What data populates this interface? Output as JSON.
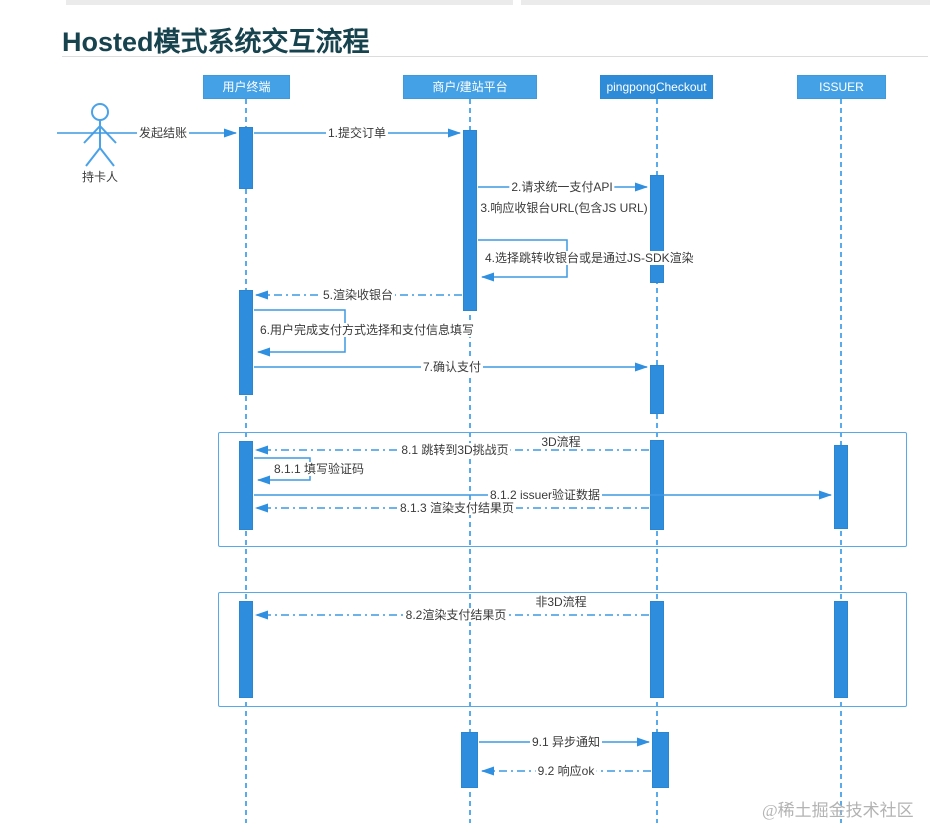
{
  "page": {
    "title": "Hosted模式系统交互流程",
    "watermark": "@稀土掘金技术社区"
  },
  "diagram": {
    "type": "uml-sequence",
    "actor": {
      "label": "持卡人"
    },
    "participants": [
      {
        "label": "用户终端"
      },
      {
        "label": "商户/建站平台"
      },
      {
        "label": "pingpongCheckout"
      },
      {
        "label": "ISSUER"
      }
    ],
    "frames": {
      "f3d": "3D流程",
      "fnon3d": "非3D流程"
    },
    "messages": {
      "m0": "发起结账",
      "m1": "1.提交订单",
      "m2": "2.请求统一支付API",
      "m3": "3.响应收银台URL(包含JS URL)",
      "m4": "4.选择跳转收银台或是通过JS-SDK渲染",
      "m5": "5.渲染收银台",
      "m6": "6.用户完成支付方式选择和支付信息填写",
      "m7": "7.确认支付",
      "m8_1": "8.1 跳转到3D挑战页",
      "m8_1_1": "8.1.1 填写验证码",
      "m8_1_2": "8.1.2 issuer验证数据",
      "m8_1_3": "8.1.3 渲染支付结果页",
      "m8_2": "8.2渲染支付结果页",
      "m9_1": "9.1 异步通知",
      "m9_2": "9.2 响应ok"
    },
    "colors": {
      "participant_light": "#45a1e5",
      "participant_dark": "#2d8bd8",
      "activation_bar": "#2e8edd",
      "line_blue": "#3f99e4",
      "lifeline_blue": "#5aabec",
      "frame_border": "#58a9e9",
      "title_text": "#17434f",
      "label_text": "#3a3a3a",
      "watermark_gray": "#b3b3b3"
    }
  }
}
